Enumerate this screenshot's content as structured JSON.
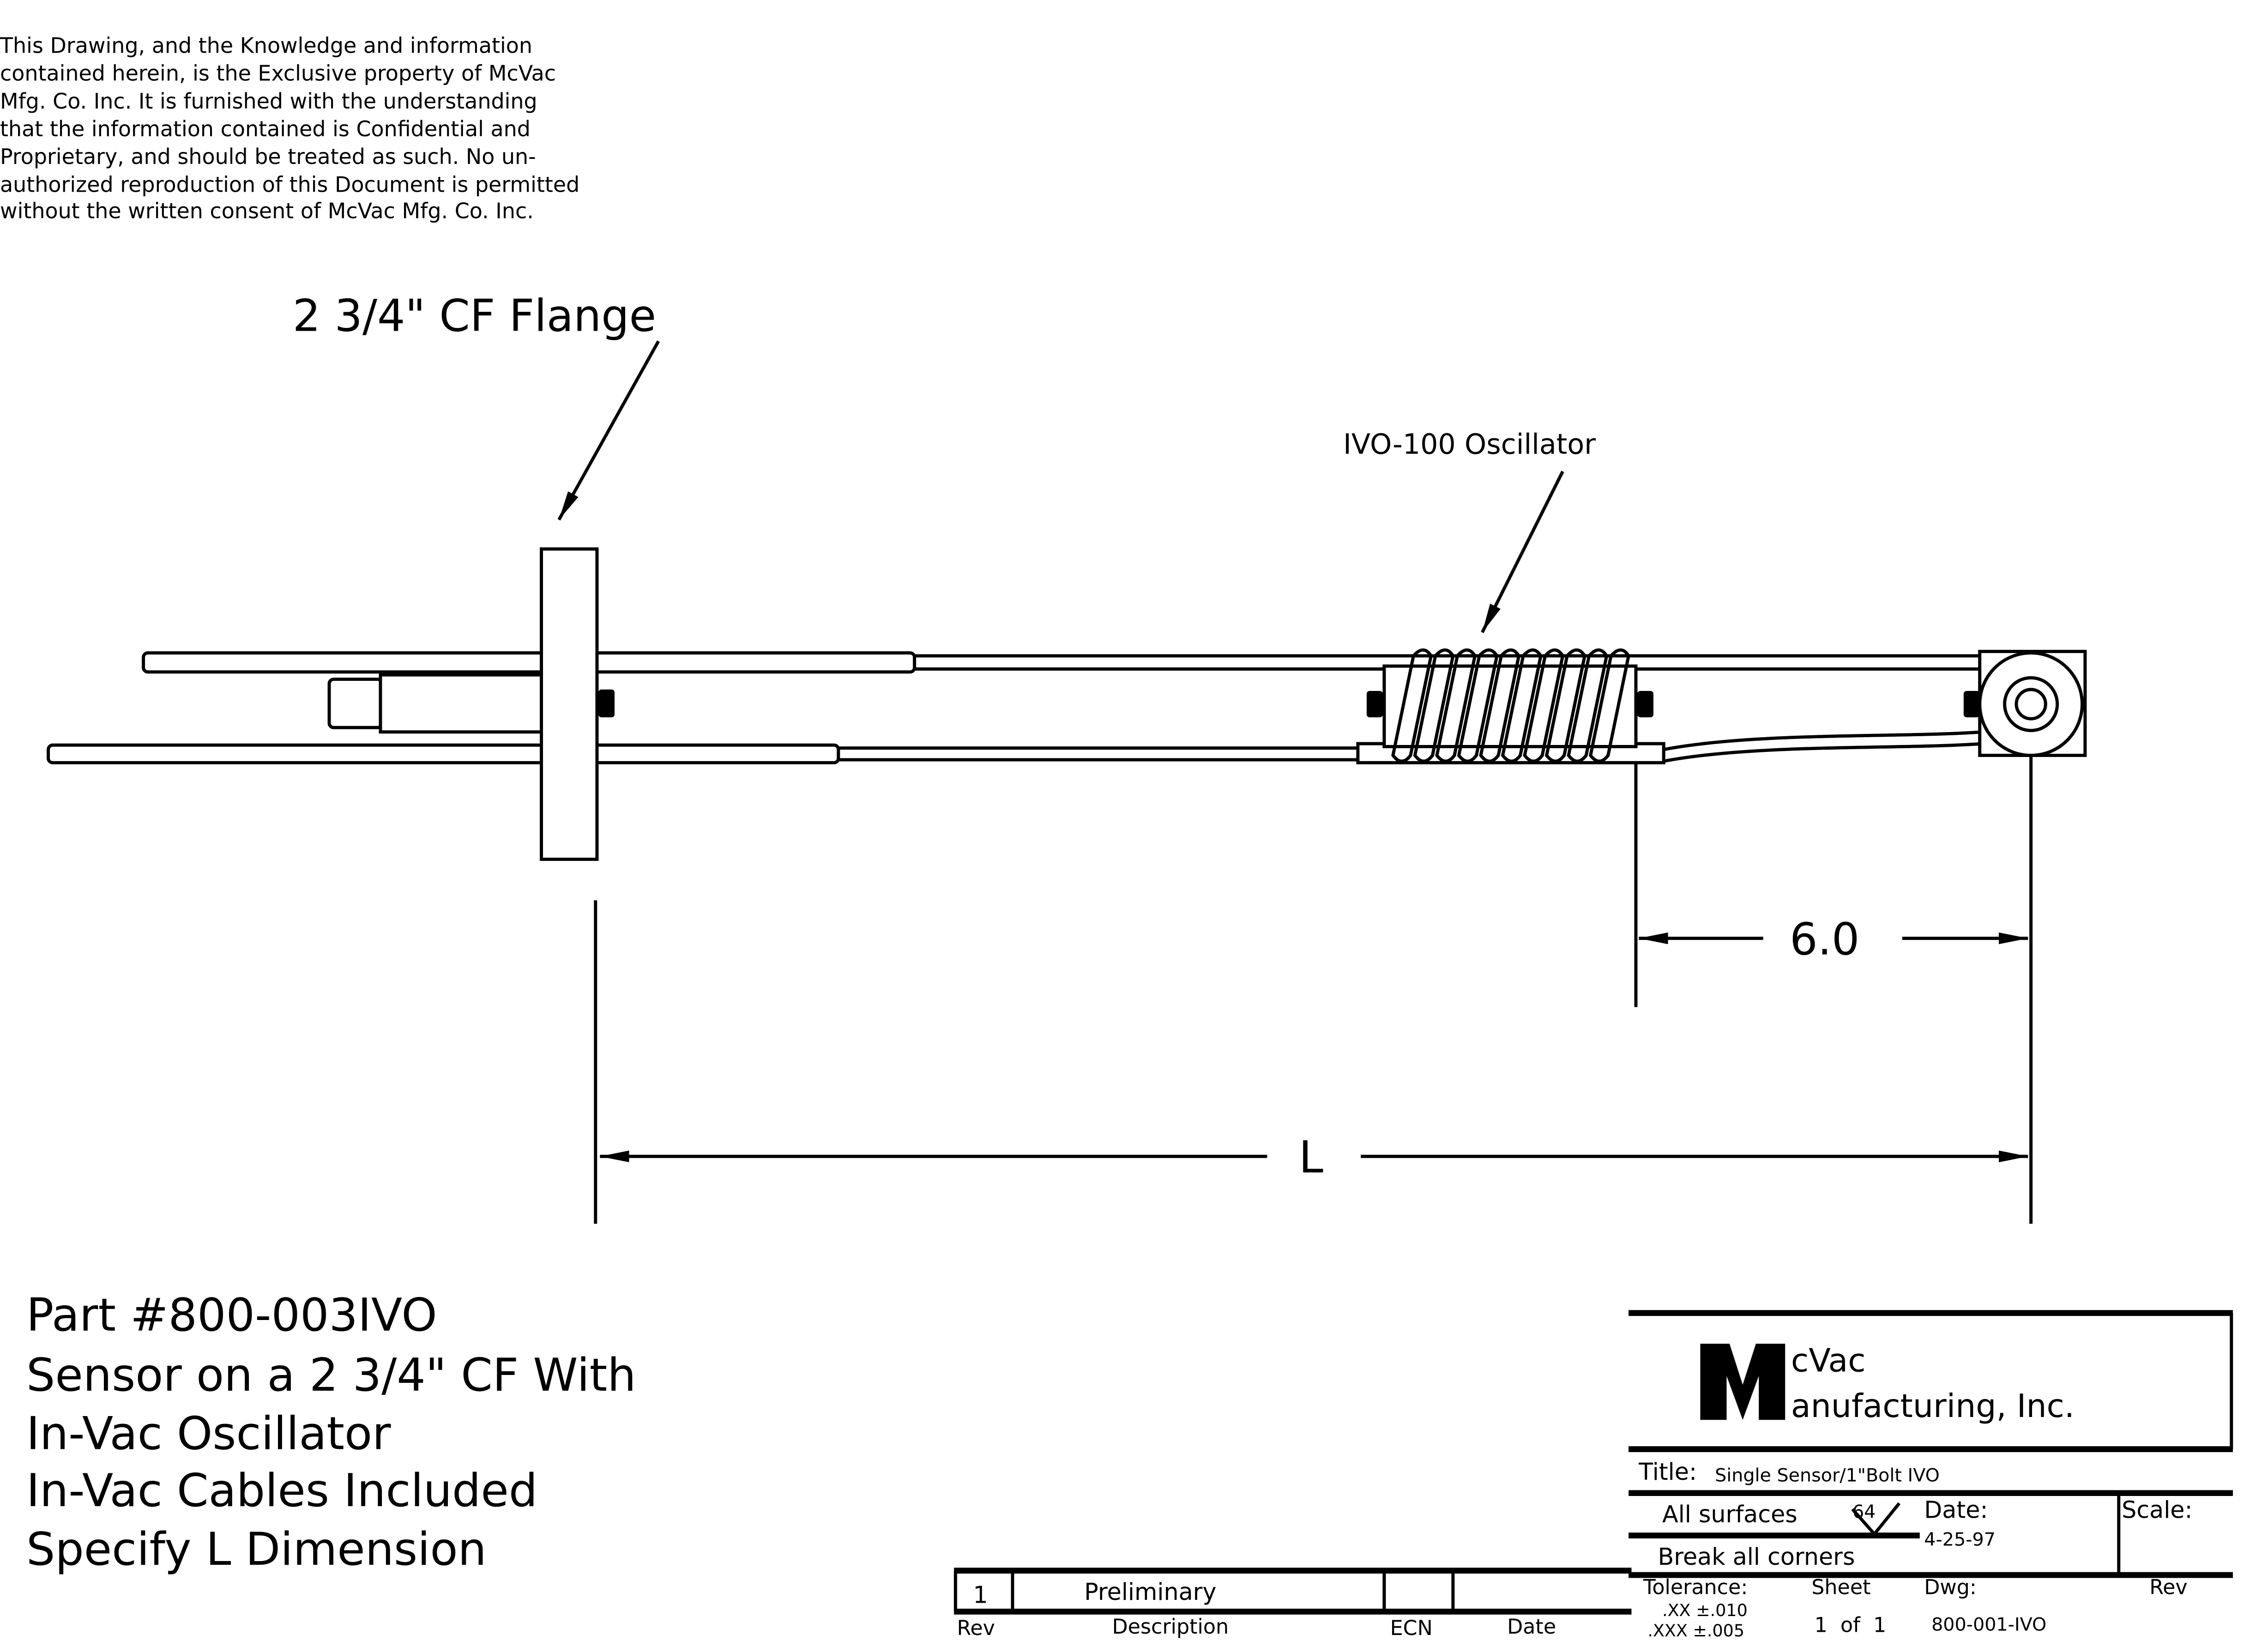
{
  "notice": [
    "This Drawing, and the Knowledge and information",
    "contained herein, is the Exclusive property of McVac",
    "Mfg. Co. Inc. It is furnished with the understanding",
    "that the information contained is Confidential and",
    "Proprietary, and should be treated as such. No un-",
    "authorized reproduction of this Document is permitted",
    "without the written consent of McVac Mfg. Co. Inc."
  ],
  "callouts": {
    "flange": "2 3/4\" CF Flange",
    "oscillator": "IVO-100 Oscillator"
  },
  "dimensions": {
    "offset": "6.0",
    "length": "L"
  },
  "part_description": [
    "Part #800-003IVO",
    "Sensor on a 2 3/4\" CF With",
    "In-Vac Oscillator",
    "In-Vac Cables Included",
    "Specify L Dimension"
  ],
  "title_block": {
    "logo_letter": "M",
    "company_line1": "cVac",
    "company_line2": "anufacturing, Inc.",
    "title_label": "Title:",
    "title_value": "Single Sensor/1\"Bolt IVO",
    "surfaces": "All surfaces",
    "finish": "64",
    "break_corners": "Break all corners",
    "date_label": "Date:",
    "date_value": "4-25-97",
    "scale_label": "Scale:",
    "tolerance_label": "Tolerance:",
    "tol_xx": ".XX  ±.010",
    "tol_xxx": ".XXX  ±.005",
    "sheet_label": "Sheet",
    "sheet_value": "1  of  1",
    "dwg_label": "Dwg:",
    "dwg_value": "800-001-IVO",
    "rev_label": "Rev"
  },
  "revision_table": {
    "rows": [
      {
        "rev": "1",
        "description": "Preliminary",
        "ecn": "",
        "date": ""
      }
    ],
    "headers": {
      "rev": "Rev",
      "description": "Description",
      "ecn": "ECN",
      "date": "Date"
    }
  }
}
